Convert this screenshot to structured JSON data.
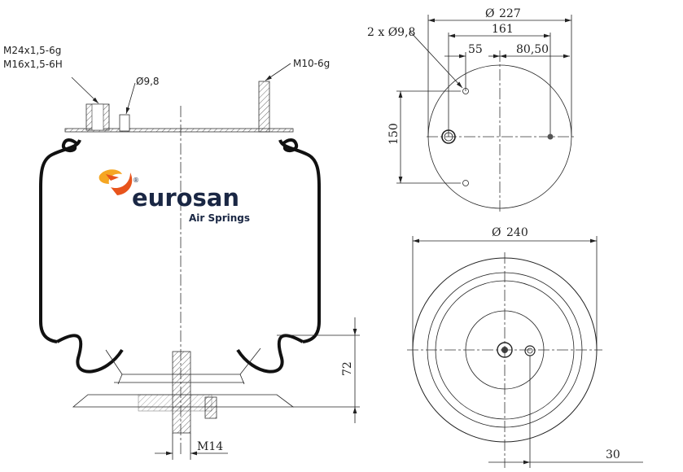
{
  "side_view": {
    "thread_top_1": "M24x1,5-6g",
    "thread_top_2": "M16x1,5-6H",
    "hole_diameter": "Ø9,8",
    "stud_thread": "M10-6g",
    "height_dim": "72",
    "bottom_thread": "M14"
  },
  "top_view": {
    "outer_diameter": "227",
    "hole_spacing": "161",
    "offset_left": "55",
    "offset_right": "80,50",
    "vertical_spacing": "150",
    "holes_label": "2 x Ø9,8",
    "diameter_symbol": "Ø"
  },
  "bottom_view": {
    "outer_diameter": "240",
    "offset": "30",
    "diameter_symbol": "Ø"
  },
  "logo": {
    "brand": "eurosan",
    "tagline": "Air Springs",
    "registered": "®",
    "colors": {
      "primary": "#1a2744",
      "flame": "#e8541c",
      "flame_light": "#f5a623"
    }
  }
}
